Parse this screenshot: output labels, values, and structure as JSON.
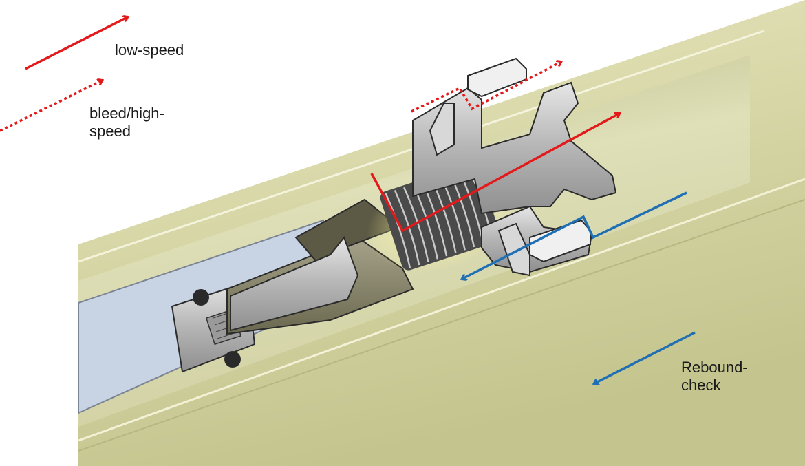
{
  "legend": {
    "low_speed": "low-speed",
    "bleed_high_speed": "bleed/high-\nspeed",
    "rebound_check": "Rebound-\ncheck"
  },
  "colors": {
    "low_speed": "#e31a1c",
    "bleed": "#e31a1c",
    "rebound": "#1f6fb4",
    "tube": "#dcdcb0",
    "metal": "#c8c8c8",
    "shaft": "#c8d4e4"
  },
  "icons": {
    "low_speed": "solid-arrow",
    "bleed": "dotted-arrow",
    "rebound": "solid-arrow"
  }
}
